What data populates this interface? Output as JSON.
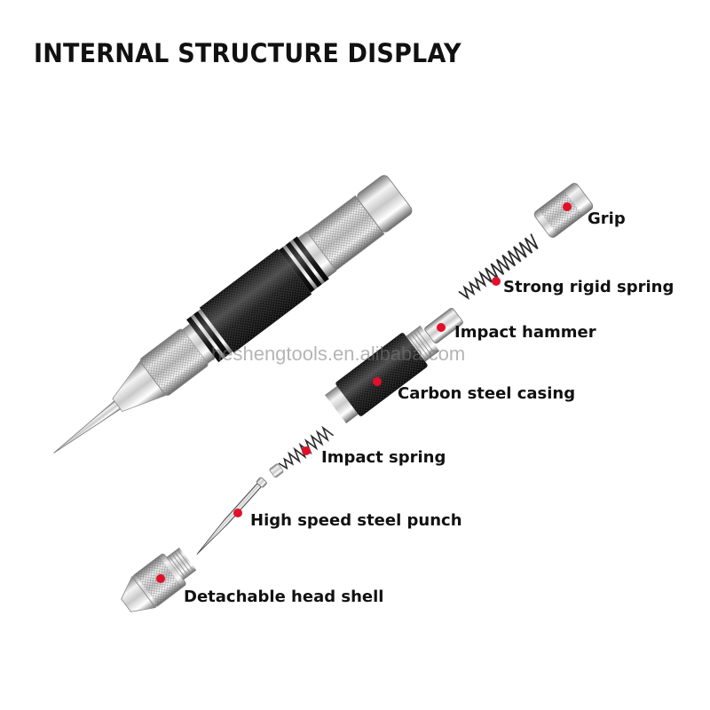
{
  "title": "INTERNAL STRUCTURE DISPLAY",
  "watermark": "heshengtools.en.alibaba.com",
  "colors": {
    "marker": "#e0102a",
    "casing_black": "#1b1b1b",
    "chrome_light": "#f2f2f2",
    "chrome_dark": "#6d6d6d",
    "text": "#111111"
  },
  "parts": [
    {
      "id": "grip",
      "label": "Grip"
    },
    {
      "id": "strong-rigid-spring",
      "label": "Strong rigid spring"
    },
    {
      "id": "impact-hammer",
      "label": "Impact hammer"
    },
    {
      "id": "carbon-steel-casing",
      "label": "Carbon steel casing"
    },
    {
      "id": "impact-spring",
      "label": "Impact spring"
    },
    {
      "id": "high-speed-steel-punch",
      "label": "High speed steel punch"
    },
    {
      "id": "detachable-head-shell",
      "label": "Detachable head shell"
    }
  ]
}
